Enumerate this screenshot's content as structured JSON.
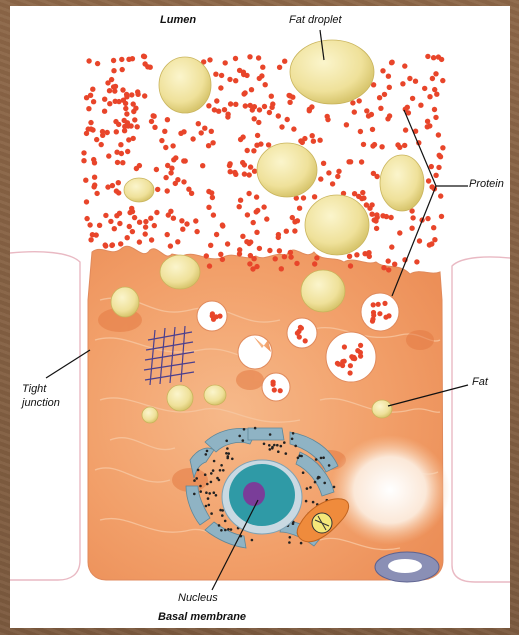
{
  "labels": {
    "lumen": "Lumen",
    "fat_droplet": "Fat droplet",
    "protein": "Protein",
    "tight_junction_line1": "Tight",
    "tight_junction_line2": "junction",
    "fat": "Fat",
    "nucleus": "Nucleus",
    "basal_membrane": "Basal membrane"
  },
  "colors": {
    "background": "#8a6446",
    "panel": "#ffffff",
    "protein_dot": "#e8452a",
    "fat_droplet": "#f2e6a0",
    "cytoplasm": "#f2a36c",
    "er": "#8fb3c4",
    "nucleus": "#2f9aa6",
    "nucleolus": "#7a3d99",
    "cell_outline": "#e9b9c3"
  }
}
